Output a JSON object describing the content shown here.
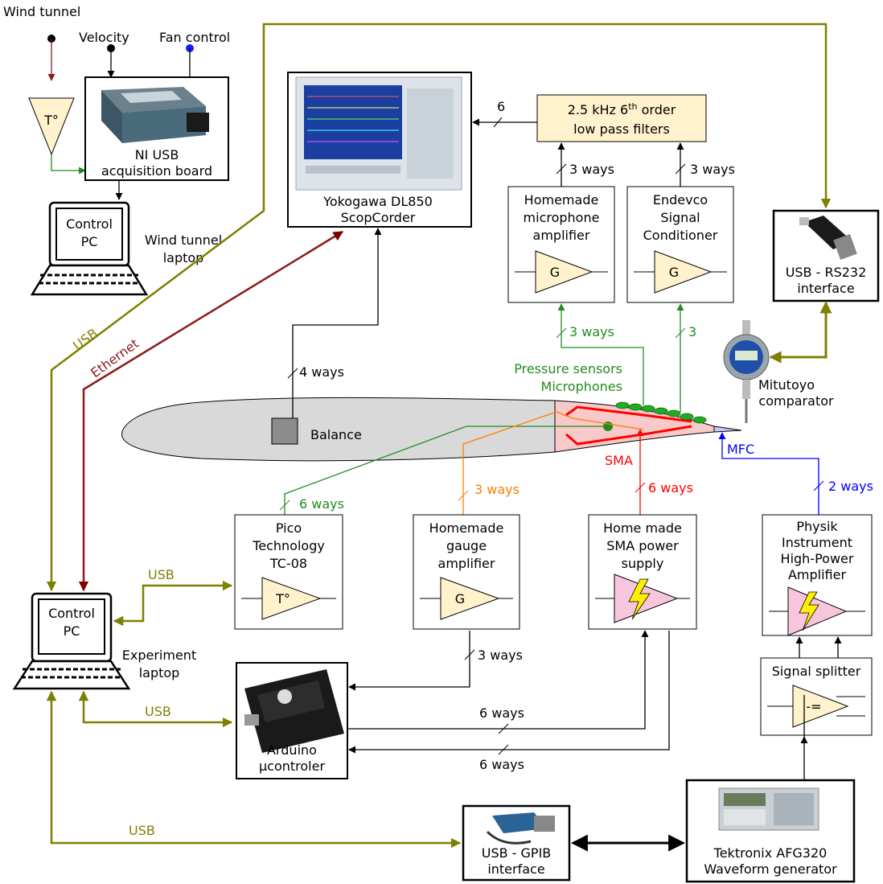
{
  "wind_tunnel": {
    "label": "Wind tunnel",
    "velocity_label": "Velocity",
    "fan_control_label": "Fan control",
    "temp_symbol": "T°",
    "ni_board_line1": "NI USB",
    "ni_board_line2": "acquisition board",
    "laptop_screen_line1": "Control",
    "laptop_screen_line2": "PC",
    "laptop_caption_line1": "Wind tunnel",
    "laptop_caption_line2": "laptop"
  },
  "scopcorder": {
    "line1": "Yokogawa DL850",
    "line2": "ScopCorder"
  },
  "filters": {
    "line1_pre": "2.5 kHz 6",
    "line1_sup": "th",
    "line1_post": " order",
    "line2": "low pass filters",
    "ways_label": "6"
  },
  "mic_amp": {
    "line1": "Homemade",
    "line2": "microphone",
    "line3": "amplifier",
    "symbol": "G",
    "ways_out": "3 ways",
    "ways_in": "3 ways"
  },
  "endevco": {
    "line1": "Endevco",
    "line2": "Signal",
    "line3": "Conditioner",
    "symbol": "G",
    "ways_out": "3 ways",
    "ways_in": "3"
  },
  "rs232": {
    "line1": "USB - RS232",
    "line2": "interface"
  },
  "mitutoyo": {
    "line1": "Mitutoyo",
    "line2": "comparator"
  },
  "airfoil": {
    "balance_label": "Balance",
    "balance_ways": "4 ways",
    "sensors_line1": "Pressure sensors",
    "sensors_line2": "Microphones",
    "sma_label": "SMA",
    "mfc_label": "MFC"
  },
  "pico": {
    "line1": "Pico",
    "line2": "Technology",
    "line3": "TC-08",
    "symbol": "T°",
    "ways": "6 ways"
  },
  "gauge_amp": {
    "line1": "Homemade",
    "line2": "gauge",
    "line3": "amplifier",
    "symbol": "G",
    "ways_in": "3 ways",
    "ways_out": "3 ways"
  },
  "sma_supply": {
    "line1": "Home made",
    "line2": "SMA power",
    "line3": "supply",
    "ways": "6 ways"
  },
  "physik": {
    "line1": "Physik",
    "line2": "Instrument",
    "line3": "High-Power",
    "line4": "Amplifier",
    "ways": "2 ways"
  },
  "splitter": {
    "label": "Signal splitter",
    "symbol": "-="
  },
  "experiment_laptop": {
    "screen_line1": "Control",
    "screen_line2": "PC",
    "caption_line1": "Experiment",
    "caption_line2": "laptop"
  },
  "arduino": {
    "line1": "Arduino",
    "line2": "µcontroler",
    "ways_to_supply": "6 ways",
    "ways_from_supply": "6 ways"
  },
  "gpib": {
    "line1": "USB - GPIB",
    "line2": "interface"
  },
  "tektronix": {
    "line1": "Tektronix AFG320",
    "line2": "Waveform generator"
  },
  "links": {
    "usb_top": "USB",
    "ethernet": "Ethernet",
    "usb_pico": "USB",
    "usb_arduino": "USB",
    "usb_gpib": "USB"
  },
  "colors": {
    "usb": "#7f7f00",
    "ethernet": "#800000",
    "temperature": "#228b22",
    "gauge": "#ff7f00",
    "sma": "#ff0000",
    "mfc": "#0000ff",
    "amp_fill": "#fff2cc",
    "power_amp_fill": "#f7c6dc",
    "filter_fill": "#fff2cc"
  }
}
